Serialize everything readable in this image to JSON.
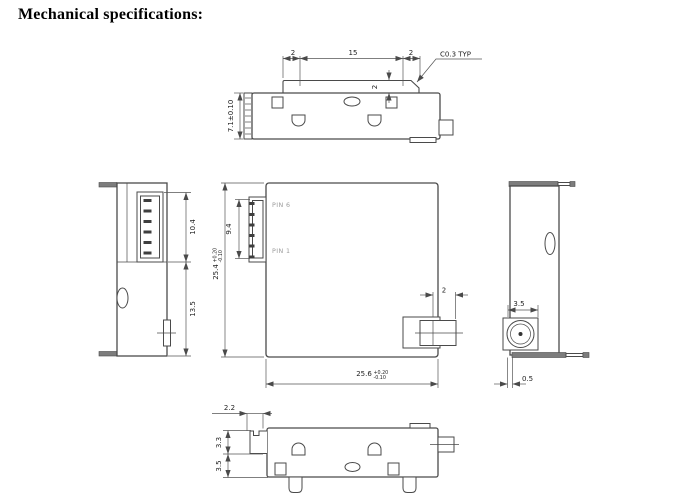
{
  "title": "Mechanical specifications:",
  "top_view": {
    "dim_left": "2",
    "dim_width": "15",
    "dim_right": "2",
    "chamfer_note": "C0.3 TYP",
    "dim_step": "2",
    "dim_height": "7.1±0.10"
  },
  "left_view": {
    "dim_upper": "10.4",
    "dim_lower": "13.5"
  },
  "front_view": {
    "pin_top": "PIN 6",
    "pin_bottom": "PIN 1",
    "dim_pin_span": "9.4",
    "dim_height": "25.4",
    "dim_height_tol_plus": "+0.20",
    "dim_height_tol_minus": "-0.10",
    "dim_width": "25.6",
    "dim_width_tol_plus": "+0.20",
    "dim_width_tol_minus": "-0.10",
    "dim_connector": "2"
  },
  "right_view": {
    "dim_width": "3.5",
    "dim_offset": "0.5"
  },
  "bottom_view": {
    "dim_tab": "2.2",
    "dim_upper": "3.3",
    "dim_lower": "3.5"
  },
  "colors": {
    "outline": "#4a4a4a",
    "dimension": "#555555",
    "bar_fill": "#7d7d7d",
    "pin_label": "#9b9b9b",
    "text": "#222222",
    "background": "#ffffff"
  }
}
